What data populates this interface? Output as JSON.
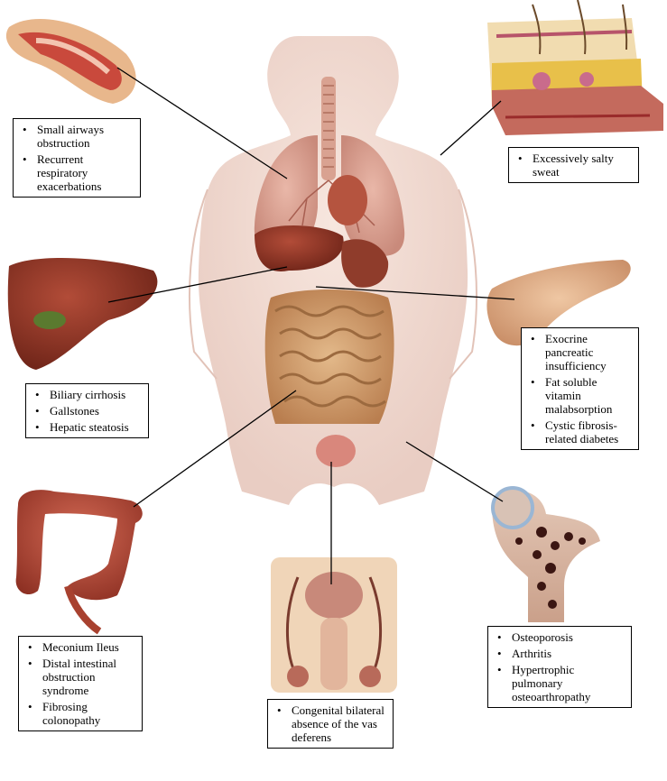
{
  "boxes": {
    "lungs": {
      "items": [
        "Small airways obstruction",
        "Recurrent respiratory exacerbations"
      ]
    },
    "skin": {
      "items": [
        "Excessively salty sweat"
      ]
    },
    "liver": {
      "items": [
        "Biliary cirrhosis",
        "Gallstones",
        "Hepatic steatosis"
      ]
    },
    "pancreas": {
      "items": [
        "Exocrine pancreatic insufficiency",
        "Fat soluble vitamin malabsorption",
        "Cystic fibrosis-related diabetes"
      ]
    },
    "intestine": {
      "items": [
        "Meconium Ileus",
        "Distal intestinal obstruction syndrome",
        "Fibrosing colonopathy"
      ]
    },
    "reproductive": {
      "items": [
        "Congenital bilateral absence of the vas deferens"
      ]
    },
    "bone": {
      "items": [
        "Osteoporosis",
        "Arthritis",
        "Hypertrophic pulmonary osteoarthropathy"
      ]
    }
  }
}
